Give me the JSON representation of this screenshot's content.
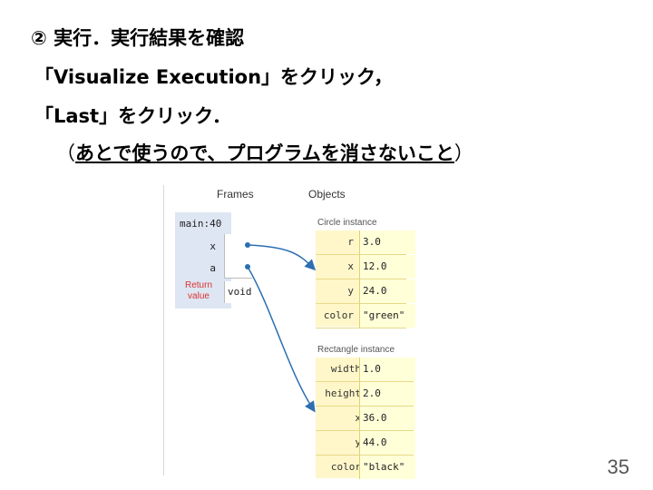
{
  "slide": {
    "line1": "② 実行．実行結果を確認",
    "line2": "「Visualize Execution」をクリック，",
    "line3": "「Last」をクリック．",
    "line4_open": "（",
    "line4_text": "あとで使うので、プログラムを消さないこと",
    "line4_close": "）",
    "page_number": "35"
  },
  "viz": {
    "frames_header": "Frames",
    "objects_header": "Objects",
    "frame": {
      "name": "main:40",
      "vars": [
        "x",
        "a"
      ],
      "return_label_1": "Return",
      "return_label_2": "value",
      "return_value": "void"
    },
    "circle": {
      "title": "Circle instance",
      "fields": [
        {
          "key": "r",
          "value": "3.0"
        },
        {
          "key": "x",
          "value": "12.0"
        },
        {
          "key": "y",
          "value": "24.0"
        },
        {
          "key": "color",
          "value": "\"green\""
        }
      ]
    },
    "rect": {
      "title": "Rectangle instance",
      "fields": [
        {
          "key": "width",
          "value": "1.0"
        },
        {
          "key": "height",
          "value": "2.0"
        },
        {
          "key": "x",
          "value": "36.0"
        },
        {
          "key": "y",
          "value": "44.0"
        },
        {
          "key": "color",
          "value": "\"black\""
        }
      ]
    },
    "arrow_color": "#2c6fb2"
  }
}
